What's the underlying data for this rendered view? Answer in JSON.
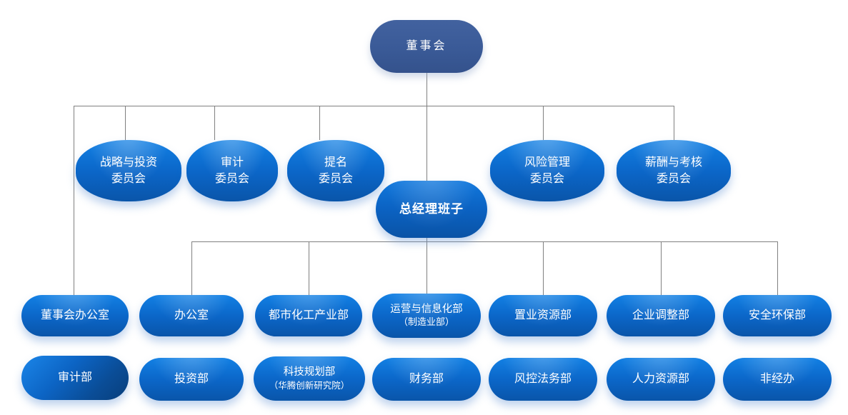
{
  "colors": {
    "board_fill": "#3A5A97",
    "node_fill_top": "#1280E4",
    "node_fill_bottom": "#0A55A9",
    "audit_dept_fill_start": "#1B86E9",
    "audit_dept_fill_end": "#083E7B",
    "connector": "#808080",
    "text": "#FFFFFF"
  },
  "board": {
    "label": "董事会"
  },
  "committees": [
    {
      "line1": "战略与投资",
      "line2": "委员会"
    },
    {
      "line1": "审计",
      "line2": "委员会"
    },
    {
      "line1": "提名",
      "line2": "委员会"
    },
    {
      "line1": "风险管理",
      "line2": "委员会"
    },
    {
      "line1": "薪酬与考核",
      "line2": "委员会"
    }
  ],
  "general_manager": {
    "label": "总经理班子"
  },
  "departments_row1": [
    {
      "label": "董事会办公室"
    },
    {
      "label": "办公室"
    },
    {
      "label": "都市化工产业部"
    },
    {
      "label": "运营与信息化部",
      "sublabel": "（制造业部）"
    },
    {
      "label": "置业资源部"
    },
    {
      "label": "企业调整部"
    },
    {
      "label": "安全环保部"
    }
  ],
  "departments_row2": [
    {
      "label": "审计部"
    },
    {
      "label": "投资部"
    },
    {
      "label": "科技规划部",
      "sublabel": "（华腾创新研究院）"
    },
    {
      "label": "财务部"
    },
    {
      "label": "风控法务部"
    },
    {
      "label": "人力资源部"
    },
    {
      "label": "非经办"
    }
  ]
}
